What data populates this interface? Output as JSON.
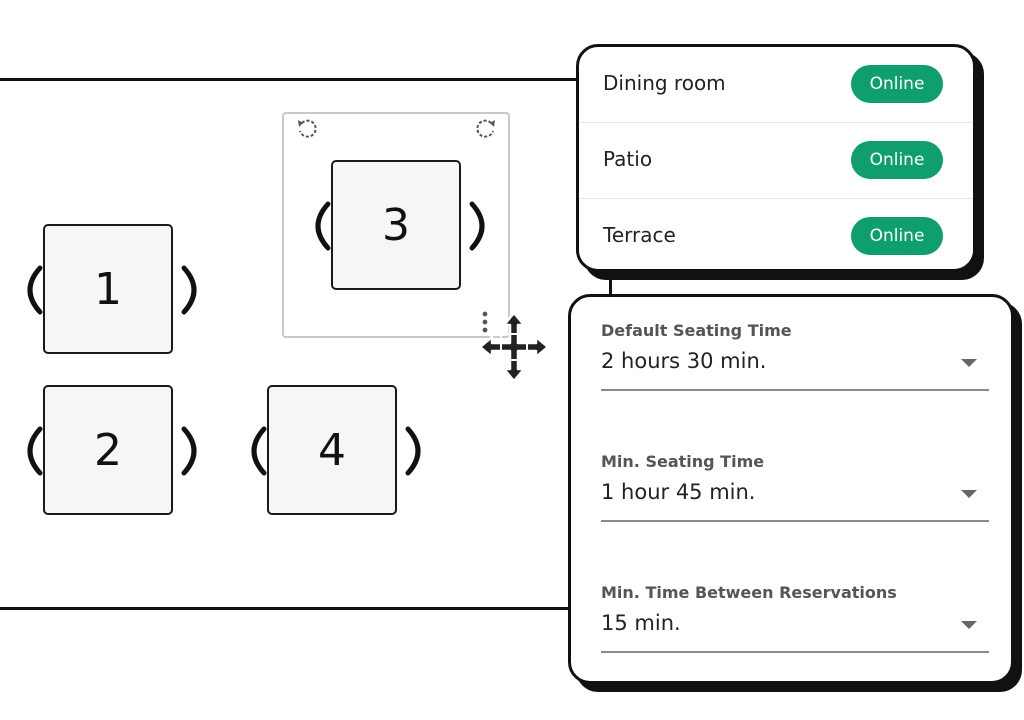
{
  "floor_plan": {
    "tables": [
      {
        "number": "1",
        "state": "default"
      },
      {
        "number": "2",
        "state": "default"
      },
      {
        "number": "3",
        "state": "selected"
      },
      {
        "number": "4",
        "state": "default"
      }
    ],
    "selection_icons": [
      "rotate-left-icon",
      "rotate-right-icon",
      "more-vertical-icon",
      "move-cursor-icon"
    ]
  },
  "areas": [
    {
      "name": "Dining room",
      "status": "Online"
    },
    {
      "name": "Patio",
      "status": "Online"
    },
    {
      "name": "Terrace",
      "status": "Online"
    }
  ],
  "settings": {
    "default_seating_time": {
      "label": "Default Seating Time",
      "value": "2 hours 30 min."
    },
    "min_seating_time": {
      "label": "Min. Seating Time",
      "value": "1 hour 45 min."
    },
    "min_time_between": {
      "label": "Min. Time Between Reservations",
      "value": "15 min."
    }
  },
  "colors": {
    "online": "#0f9f6e",
    "border": "#111111",
    "table_fill": "#f6f6f6"
  }
}
